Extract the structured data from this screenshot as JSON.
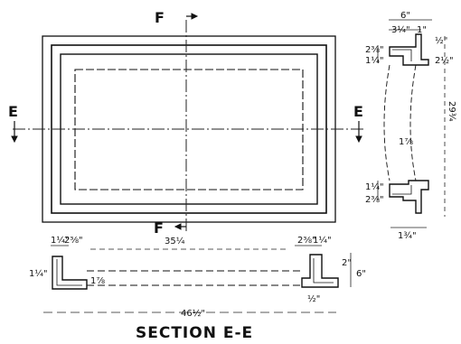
{
  "section_labels": {
    "f_top": "F",
    "f_bottom": "F",
    "e_left": "E",
    "e_right": "E"
  },
  "dimensions": {
    "right_top_width": "6\"",
    "right_top_a": "3¼\"",
    "right_top_b": "1\"",
    "right_top_c": "½\"",
    "right_top_left_a": "2⅜\"",
    "right_top_left_b": "1¼\"",
    "right_top_right": "2½\"",
    "right_height": "29¾",
    "right_mid": "1⅞",
    "right_bottom_left_a": "1¼\"",
    "right_bottom_left_b": "2⅜\"",
    "right_bottom_under": "1¾\"",
    "bottom_width": "35¼",
    "bottom_left_a": "1¼\"",
    "bottom_left_b": "2⅜\"",
    "bottom_right_a": "2⅜\"",
    "bottom_right_b": "1¼\"",
    "bottom_side": "1¼\"",
    "bottom_mid": "1⅞",
    "bottom_right_v1": "2\"",
    "bottom_right_v2": "6\"",
    "bottom_right_small": "½\"",
    "overall_width": "46½\""
  },
  "caption": "SECTION E-E"
}
